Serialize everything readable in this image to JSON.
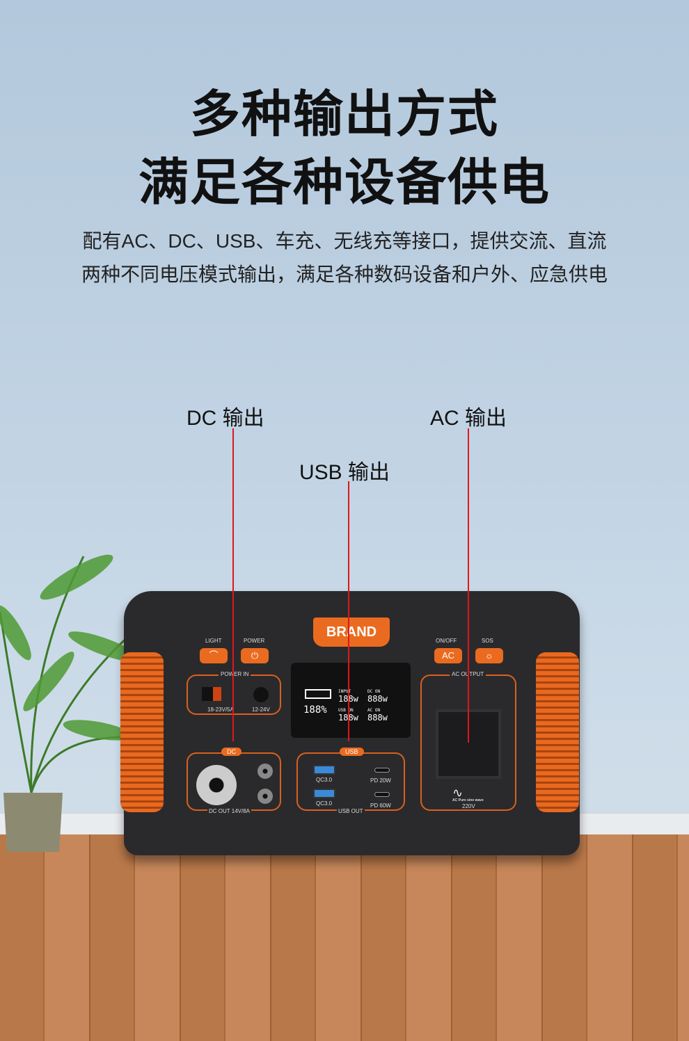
{
  "headline": {
    "line1": "多种输出方式",
    "line2": "满足各种设备供电"
  },
  "description": {
    "line1": "配有AC、DC、USB、车充、无线充等接口，提供交流、直流",
    "line2": "两种不同电压模式输出，满足各种数码设备和户外、应急供电"
  },
  "callouts": {
    "dc": "DC 输出",
    "usb": "USB 输出",
    "ac": "AC 输出"
  },
  "device": {
    "brand": "BRAND",
    "buttons": {
      "light": "LIGHT",
      "power": "POWER",
      "onoff": "ON/OFF",
      "ac": "AC",
      "sos": "SOS"
    },
    "power_in": {
      "title": "POWER IN",
      "anderson": "18-23V/5A",
      "dc_in": "12-24V"
    },
    "lcd": {
      "battery": "188%",
      "input_label": "INPUT",
      "input": "188w",
      "dc_label": "DC ON",
      "dc": "888w",
      "usb_label": "USB ON",
      "usb": "188w",
      "ac_label": "AC ON",
      "ac": "888w"
    },
    "dc_out": {
      "tag": "DC",
      "label": "DC OUT  14V/8A"
    },
    "usb_out": {
      "tag": "USB",
      "label": "USB OUT",
      "qc1": "QC3.0",
      "qc2": "QC3.0",
      "pd1": "PD 20W",
      "pd2": "PD 60W"
    },
    "ac_output": {
      "title": "AC OUTPUT",
      "wave": "AC Pure sine wave",
      "voltage": "220V"
    }
  },
  "colors": {
    "accent": "#ea6b1f",
    "callout_line": "#e0161c"
  }
}
